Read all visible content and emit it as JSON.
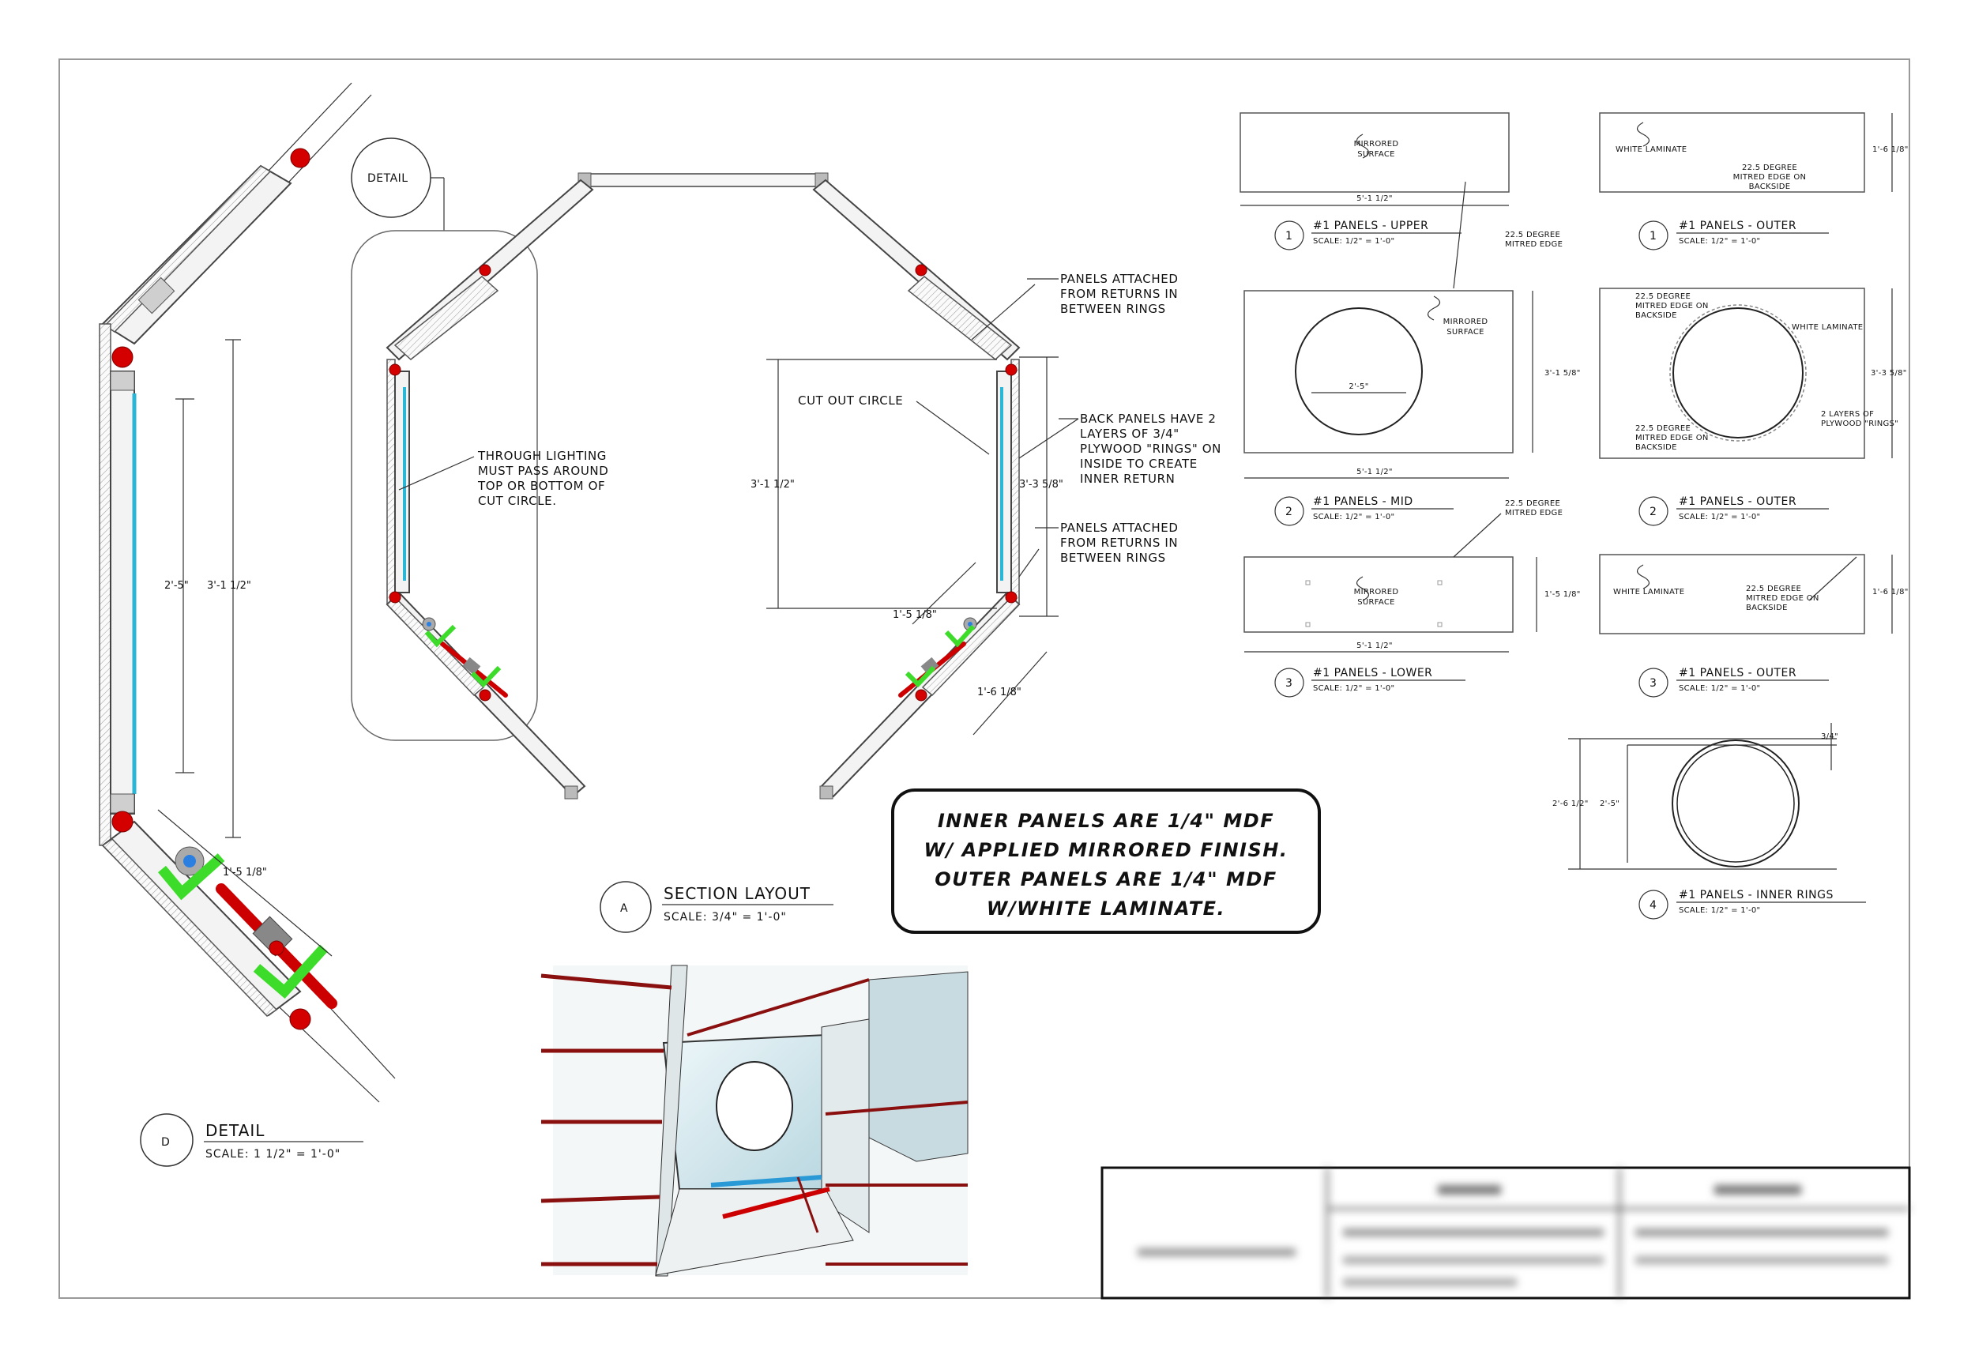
{
  "detail_bubble": "DETAIL",
  "section_a": {
    "badge": "A",
    "title": "SECTION LAYOUT",
    "scale": "SCALE: 3/4\" = 1'-0\"",
    "notes": {
      "panels_attached_1": [
        "PANELS ATTACHED",
        "FROM RETURNS IN",
        "BETWEEN RINGS"
      ],
      "back_panels": [
        "BACK PANELS HAVE 2",
        "LAYERS OF 3/4\"",
        "PLYWOOD \"RINGS\" ON",
        "INSIDE TO CREATE",
        "INNER RETURN"
      ],
      "panels_attached_2": [
        "PANELS ATTACHED",
        "FROM RETURNS IN",
        "BETWEEN RINGS"
      ],
      "through_lighting": [
        "THROUGH LIGHTING",
        "MUST PASS AROUND",
        "TOP OR BOTTOM OF",
        "CUT CIRCLE."
      ],
      "cut_out_circle": "CUT OUT CIRCLE"
    },
    "dims": {
      "height": "3'-1 1/2\"",
      "right_height": "3'-3 5/8\"",
      "offset": "1'-5 1/8\"",
      "diag": "1'-6 1/8\""
    }
  },
  "section_d": {
    "badge": "D",
    "title": "DETAIL",
    "scale": "SCALE: 1 1/2\" = 1'-0\"",
    "dims": {
      "inner": "2'-5\"",
      "outer": "3'-1 1/2\"",
      "offset": "1'-5 1/8\""
    }
  },
  "callout": [
    "INNER PANELS ARE 1/4\" MDF",
    "W/ APPLIED MIRRORED FINISH.",
    "OUTER PANELS ARE 1/4\" MDF",
    "W/WHITE LAMINATE."
  ],
  "panels_left": [
    {
      "badge": "1",
      "title": "#1 PANELS - UPPER",
      "scale": "SCALE: 1/2\" = 1'-0\"",
      "label": [
        "MIRRORED",
        "SURFACE"
      ],
      "width": "5'-1 1/2\""
    },
    {
      "badge": "2",
      "title": "#1 PANELS - MID",
      "scale": "SCALE: 1/2\" = 1'-0\"",
      "label": [
        "MIRRORED",
        "SURFACE"
      ],
      "width": "5'-1 1/2\"",
      "height": "3'-1 5/8\"",
      "circle": "2'-5\""
    },
    {
      "badge": "3",
      "title": "#1 PANELS - LOWER",
      "scale": "SCALE: 1/2\" = 1'-0\"",
      "label": [
        "MIRRORED",
        "SURFACE"
      ],
      "width": "5'-1 1/2\"",
      "height": "1'-5 1/8\""
    }
  ],
  "mitre_notes": [
    [
      "22.5 DEGREE",
      "MITRED EDGE"
    ],
    [
      "22.5 DEGREE",
      "MITRED EDGE"
    ]
  ],
  "panels_right": [
    {
      "badge": "1",
      "title": "#1 PANELS - OUTER",
      "scale": "SCALE: 1/2\" = 1'-0\"",
      "laminate": "WHITE LAMINATE",
      "mitre": [
        "22.5 DEGREE",
        "MITRED EDGE ON",
        "BACKSIDE"
      ],
      "height": "1'-6 1/8\""
    },
    {
      "badge": "2",
      "title": "#1 PANELS - OUTER",
      "scale": "SCALE: 1/2\" = 1'-0\"",
      "laminate": "WHITE LAMINATE",
      "mitre_top": [
        "22.5 DEGREE",
        "MITRED EDGE ON",
        "BACKSIDE"
      ],
      "mitre_bottom": [
        "22.5 DEGREE",
        "MITRED EDGE ON",
        "BACKSIDE"
      ],
      "rings": [
        "2 LAYERS OF",
        "PLYWOOD \"RINGS\""
      ],
      "height": "3'-3 5/8\""
    },
    {
      "badge": "3",
      "title": "#1 PANELS - OUTER",
      "scale": "SCALE: 1/2\" = 1'-0\"",
      "laminate": "WHITE LAMINATE",
      "mitre": [
        "22.5 DEGREE",
        "MITRED EDGE ON",
        "BACKSIDE"
      ],
      "height": "1'-6 1/8\""
    },
    {
      "badge": "4",
      "title": "#1 PANELS - INNER RINGS",
      "scale": "SCALE: 1/2\" = 1'-0\"",
      "outer": "2'-6 1/2\"",
      "inner": "2'-5\"",
      "thick": "3/4\""
    }
  ]
}
